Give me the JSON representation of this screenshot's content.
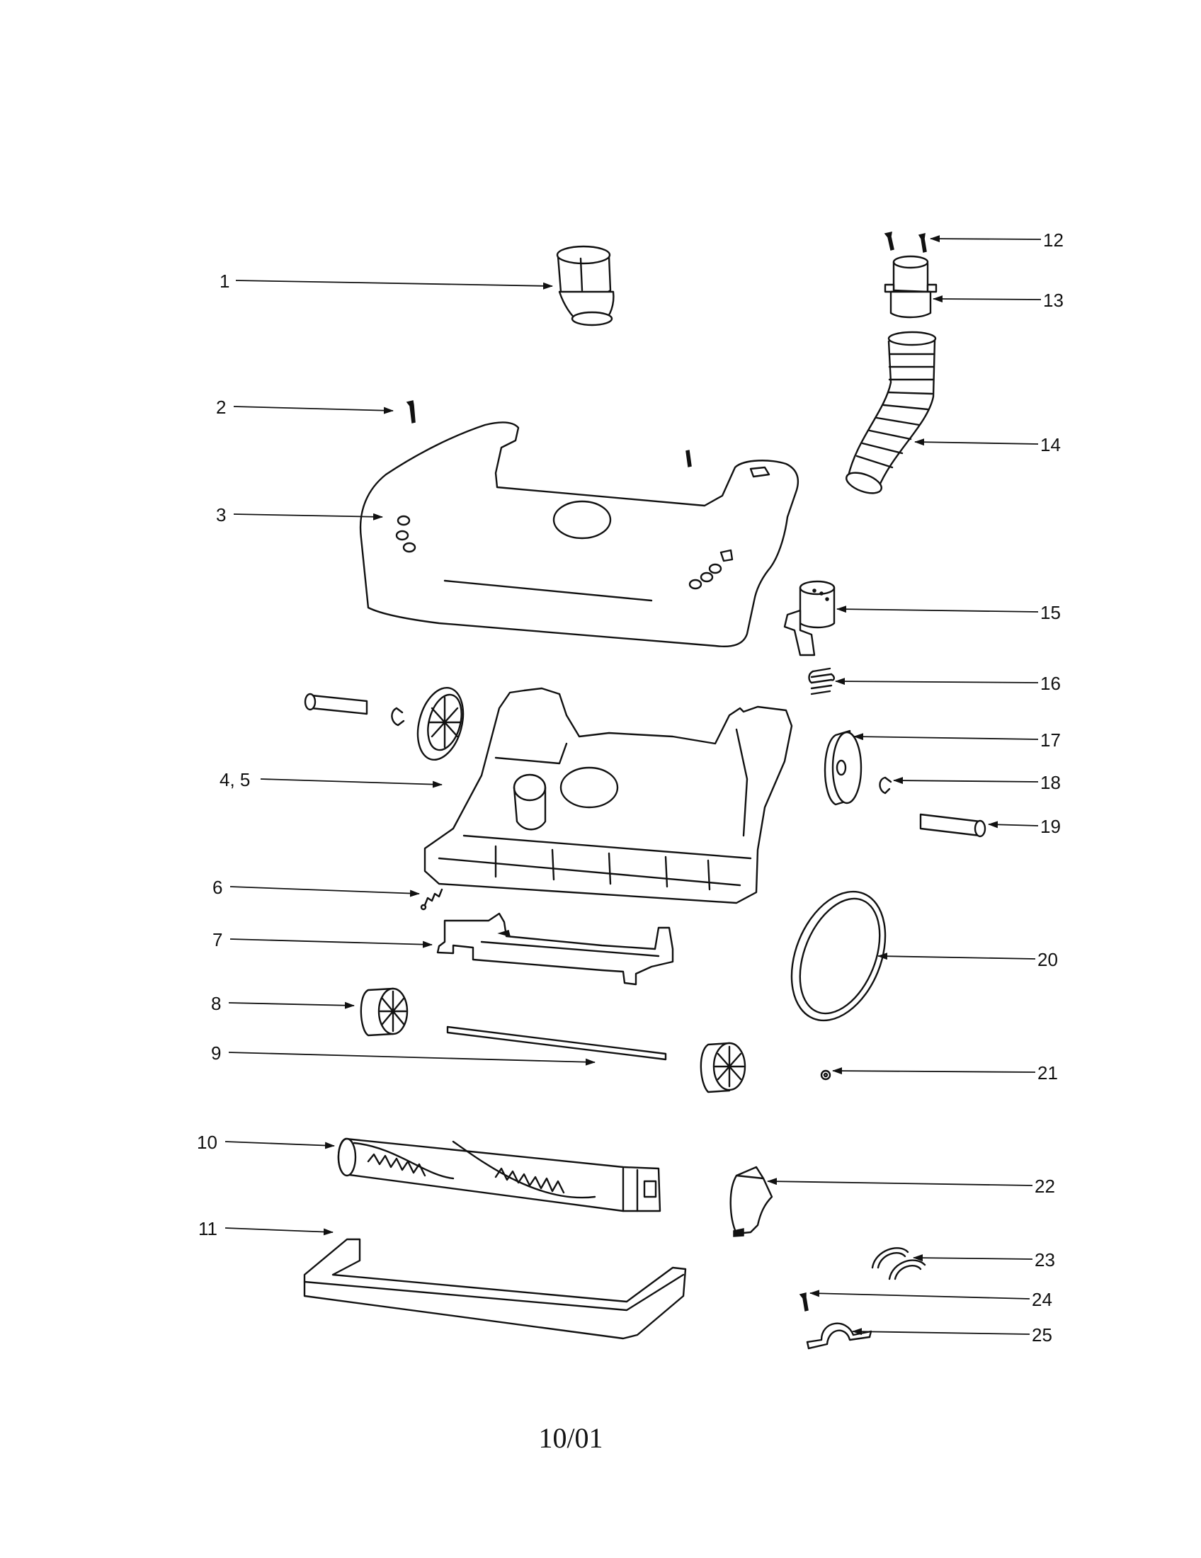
{
  "callouts": [
    {
      "id": "c1",
      "text": "1"
    },
    {
      "id": "c2",
      "text": "2"
    },
    {
      "id": "c3",
      "text": "3"
    },
    {
      "id": "c45",
      "text": "4, 5"
    },
    {
      "id": "c6",
      "text": "6"
    },
    {
      "id": "c7",
      "text": "7"
    },
    {
      "id": "c8",
      "text": "8"
    },
    {
      "id": "c9",
      "text": "9"
    },
    {
      "id": "c10",
      "text": "10"
    },
    {
      "id": "c11",
      "text": "11"
    },
    {
      "id": "c12",
      "text": "12"
    },
    {
      "id": "c13",
      "text": "13"
    },
    {
      "id": "c14",
      "text": "14"
    },
    {
      "id": "c15",
      "text": "15"
    },
    {
      "id": "c16",
      "text": "16"
    },
    {
      "id": "c17",
      "text": "17"
    },
    {
      "id": "c18",
      "text": "18"
    },
    {
      "id": "c19",
      "text": "19"
    },
    {
      "id": "c20",
      "text": "20"
    },
    {
      "id": "c21",
      "text": "21"
    },
    {
      "id": "c22",
      "text": "22"
    },
    {
      "id": "c23",
      "text": "23"
    },
    {
      "id": "c24",
      "text": "24"
    },
    {
      "id": "c25",
      "text": "25"
    }
  ],
  "footer": {
    "date_code": "10/01"
  }
}
